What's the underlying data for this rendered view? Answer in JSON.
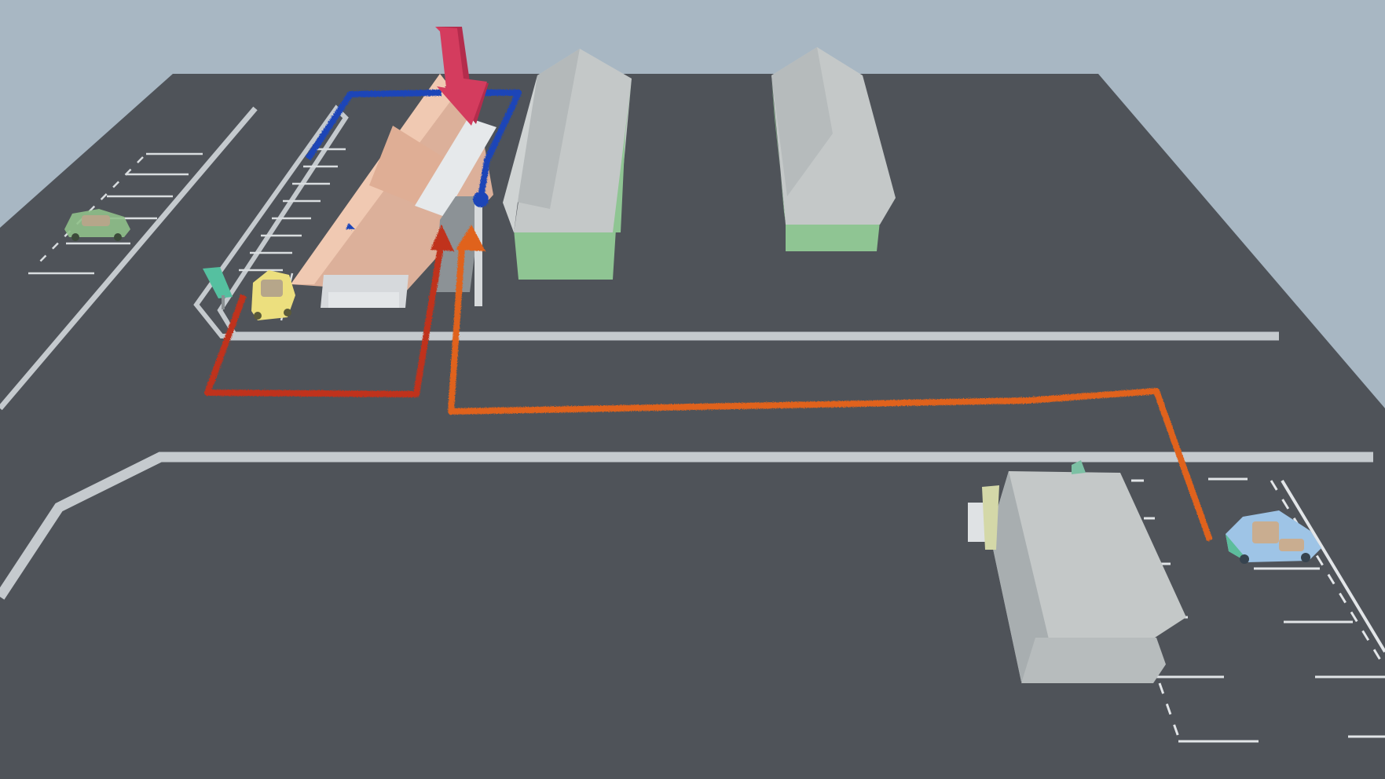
{
  "scene": {
    "name": "parking-lot-route-map",
    "colors": {
      "sky": "#a8b7c3",
      "asphalt": "#4f5359",
      "road_marking": "#c5cace",
      "building_gray": "#c4c8c8",
      "building_side": "#a8aeb0",
      "building_base_green": "#8fc593",
      "roof_peach": "#e8b9a0",
      "target_arrow": "#d43c5e",
      "route_red": "#c0321b",
      "route_orange": "#e0621f",
      "route_blue": "#1c45b8",
      "car_green": "#8fc08a",
      "car_yellow": "#ecdf7e",
      "car_blue": "#9ec4e6",
      "sign_teal": "#55c0a0"
    },
    "icons": [
      "target-down-arrow-icon",
      "car-icon",
      "sign-post-icon"
    ],
    "routes": [
      {
        "id": "route-red",
        "color": "route_red"
      },
      {
        "id": "route-orange",
        "color": "route_orange"
      },
      {
        "id": "route-blue",
        "color": "route_blue"
      }
    ],
    "vehicles": [
      {
        "id": "car-green",
        "color": "car_green"
      },
      {
        "id": "car-yellow",
        "color": "car_yellow"
      },
      {
        "id": "car-blue",
        "color": "car_blue"
      }
    ]
  }
}
